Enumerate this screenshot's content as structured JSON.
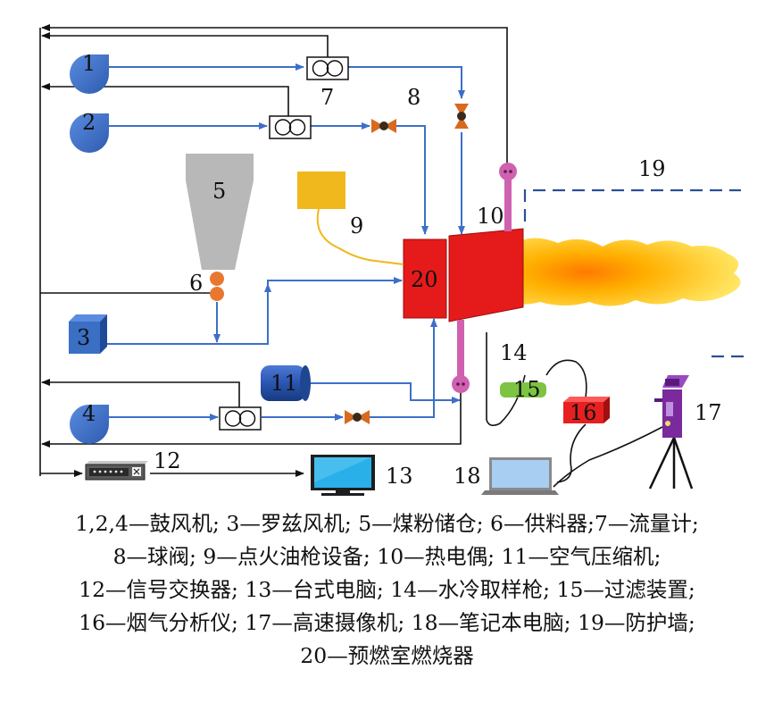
{
  "diagram": {
    "labels": {
      "n1": "1",
      "n2": "2",
      "n3": "3",
      "n4": "4",
      "n5": "5",
      "n6": "6",
      "n7": "7",
      "n8": "8",
      "n9": "9",
      "n10": "10",
      "n11": "11",
      "n12": "12",
      "n13": "13",
      "n14": "14",
      "n15": "15",
      "n16": "16",
      "n17": "17",
      "n18": "18",
      "n19": "19",
      "n20": "20"
    },
    "colors": {
      "blower_blue": "#3a6fc4",
      "pipe_blue": "#3d6fc9",
      "combustor_red": "#e51a1a",
      "thermocouple_pink": "#d060b0",
      "ignition_yellow": "#f0b81c",
      "hopper_gray": "#b8b8b8",
      "feeder_orange": "#e87830",
      "valve_orange": "#d86a20",
      "compressor_blue": "#2a55b0",
      "filter_green": "#7cc442",
      "analyzer_red": "#e62020",
      "camera_purple": "#7a2a9c",
      "wall_dash_blue": "#2a4f9a"
    }
  },
  "caption": {
    "line1": "1,2,4—鼓风机; 3—罗兹风机; 5—煤粉储仓; 6—供料器;7—流量计;",
    "line2": "8—球阀; 9—点火油枪设备; 10—热电偶; 11—空气压缩机;",
    "line3": "12—信号交换器; 13—台式电脑; 14—水冷取样枪; 15—过滤装置;",
    "line4": "16—烟气分析仪; 17—高速摄像机; 18—笔记本电脑; 19—防护墙;",
    "line5": "20—预燃室燃烧器"
  }
}
